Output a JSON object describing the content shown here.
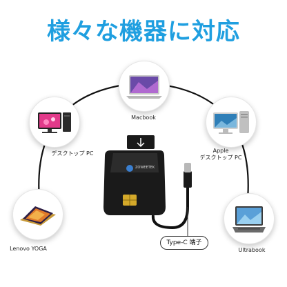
{
  "headline": "様々な機器に対応",
  "devices": [
    {
      "label": "Macbook"
    },
    {
      "label": "デスクトップ PC"
    },
    {
      "label_line1": "Apple",
      "label_line2": "デスクトップ PC"
    },
    {
      "label": "Lenovo YOGA"
    },
    {
      "label": "Ultrabook"
    }
  ],
  "connector_label": "Type-C 端子",
  "reader_brand": "ZOWEETEK",
  "colors": {
    "headline": "#1f9fe0",
    "arc": "#111111",
    "reader_body": "#1a1a1a",
    "chip": "#d4a92a"
  }
}
